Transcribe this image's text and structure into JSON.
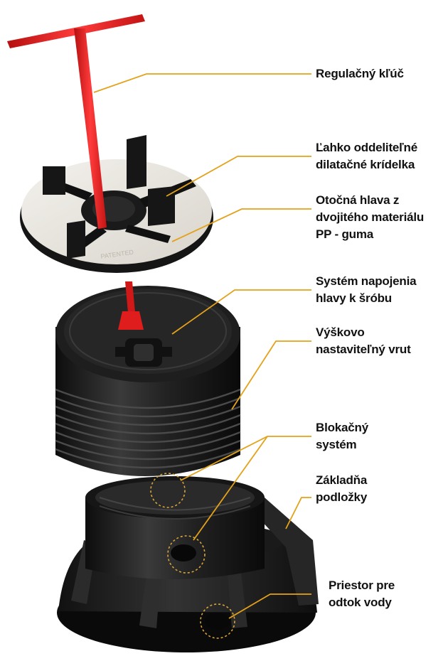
{
  "labels": {
    "wrench": "Regulačný kľúč",
    "wings": "Ľahko oddeliteľné\ndilatačné krídelka",
    "head": "Otočná hlava z\ndvojitého materiálu\nPP - guma",
    "connection": "Systém napojenia\nhlavy k šróbu",
    "screw": "Výškovo\nnastaviteľný vrut",
    "lock": "Blokačný\nsystém",
    "base": "Základňa\npodložky",
    "drain": "Priestor pre\nodtok vody"
  },
  "embossed_text": {
    "head_plate": "PATENTED"
  },
  "colors": {
    "callout_line": "#e3a21a",
    "callout_circle": "#d9a43a",
    "wrench": "#e01d1d",
    "plastic": "#1c1c1c",
    "head_plate": "#e9e6e0"
  }
}
